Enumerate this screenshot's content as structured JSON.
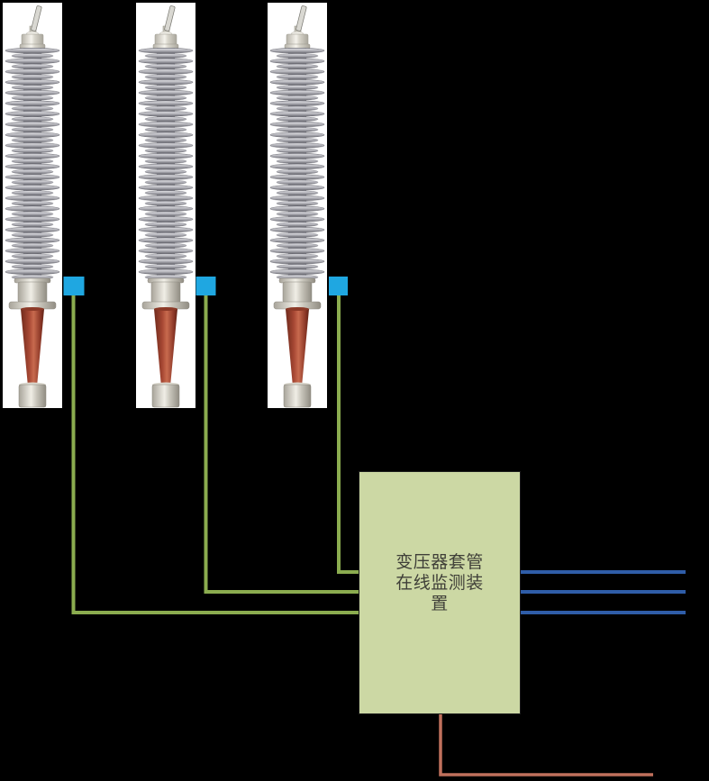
{
  "diagram": {
    "monitor_box": {
      "label": "变压器套管在线监测装置",
      "fill": "#ccd8a4",
      "label_color": "#3f3f38"
    },
    "sensor_color": "#1fa7e1",
    "line_colors": {
      "sensor_signal": "#8bac4f",
      "output_signal": "#2f5da8",
      "power": "#c0705c"
    },
    "icons": {
      "bushing": "transformer-bushing-illustration",
      "sensor": "blue-square-sensor"
    }
  }
}
